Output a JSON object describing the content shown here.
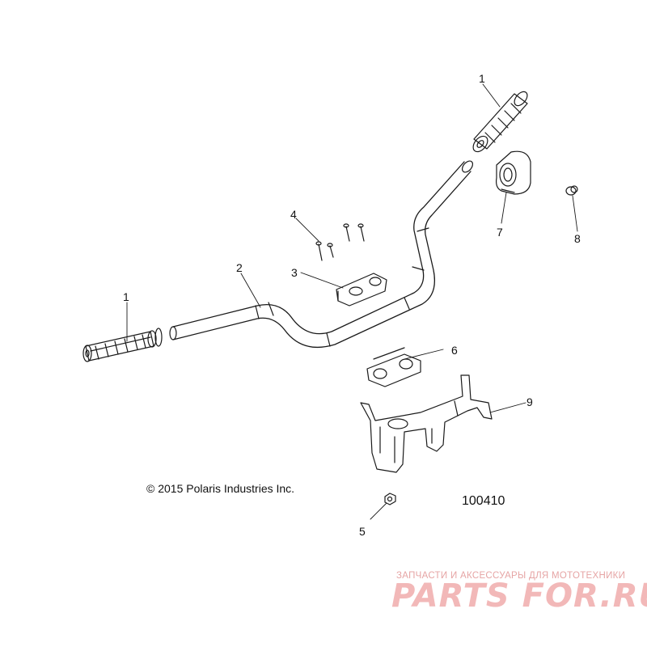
{
  "diagram": {
    "copyright": "© 2015 Polaris Industries Inc.",
    "diagram_id": "100410",
    "callouts": {
      "grip_left": "1",
      "grip_right": "1",
      "handlebar": "2",
      "clamp_upper": "3",
      "bolts": "4",
      "nut": "5",
      "clamp_lower": "6",
      "throttle_housing": "7",
      "plug": "8",
      "bracket": "9"
    }
  },
  "watermark": {
    "caption": "ЗАПЧАСТИ И АКСЕССУАРЫ ДЛЯ МОТОТЕХНИКИ",
    "logo": "PARTS FOR.RU",
    "colors": {
      "caption": "#e6a4a4",
      "logo": "#f2b8b8"
    }
  }
}
